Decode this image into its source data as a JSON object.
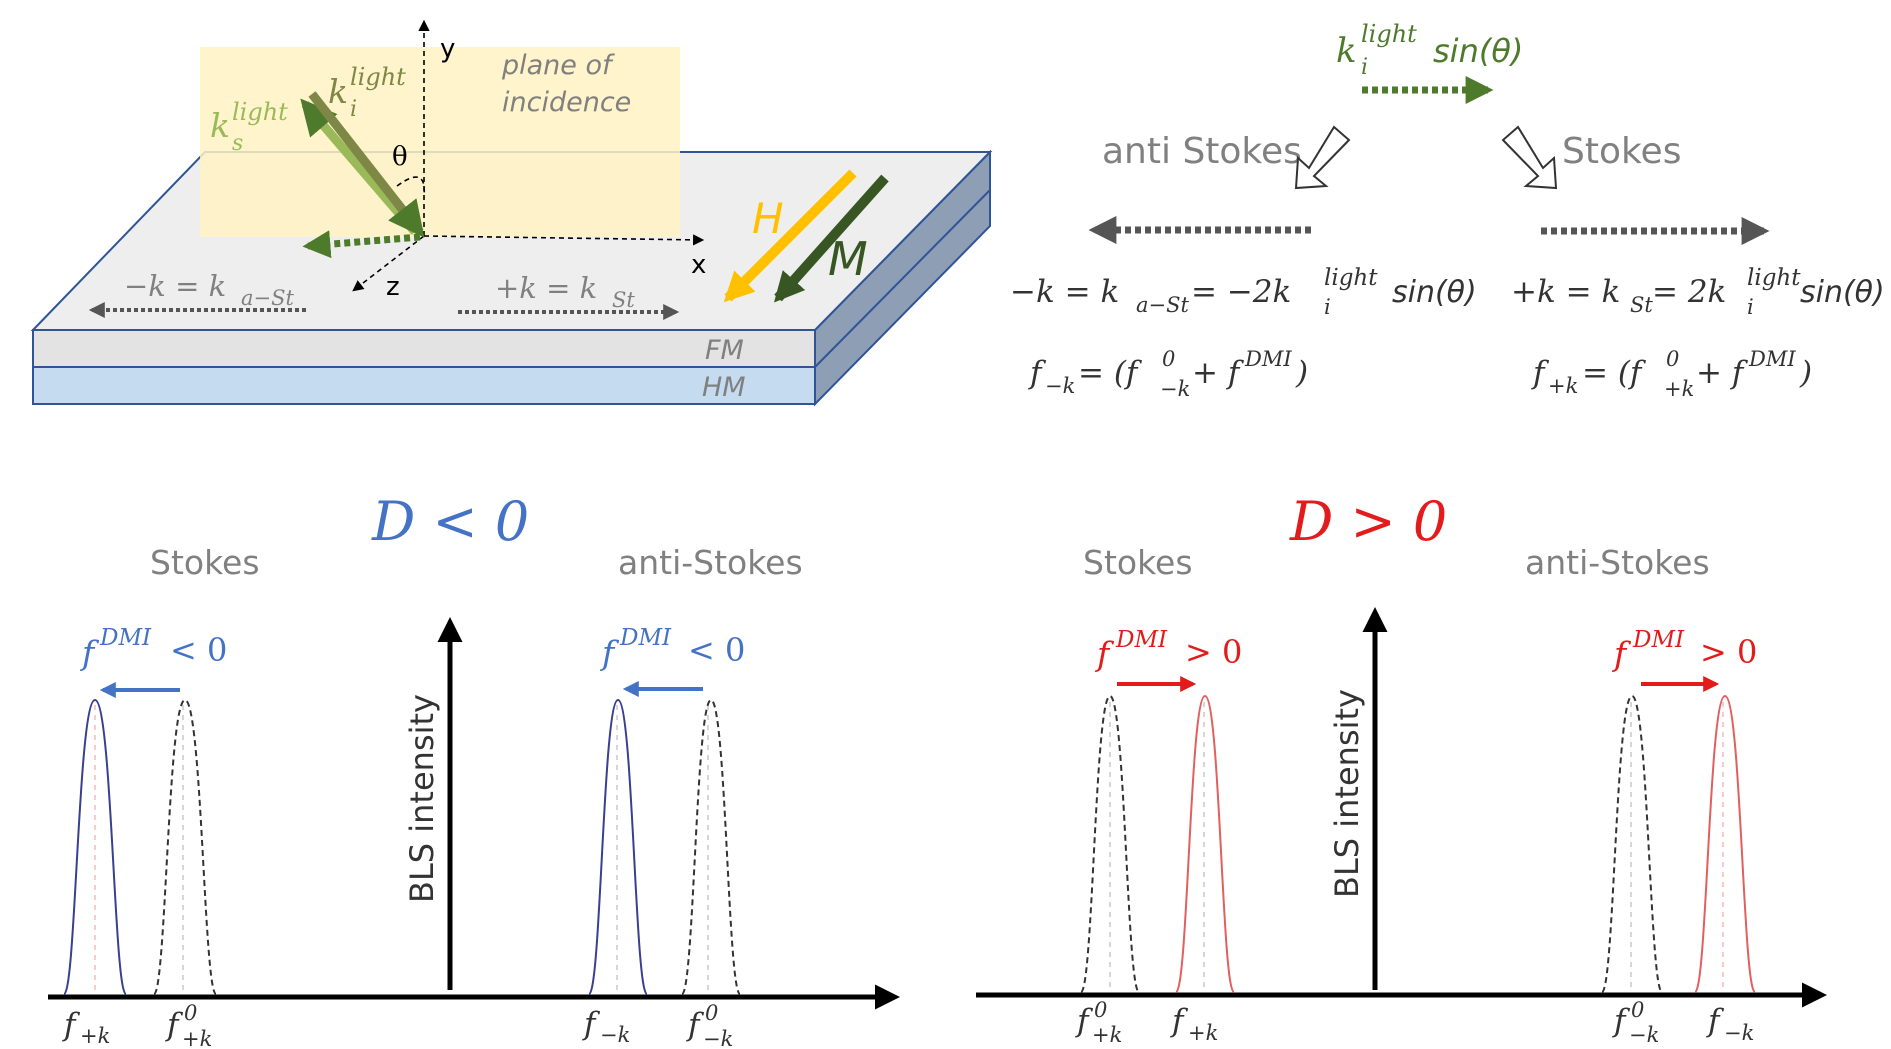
{
  "colors": {
    "gray": "#808080",
    "green": "#4e7a2c",
    "dark_green": "#375623",
    "olive": "#7f8747",
    "light_green": "#9aba59",
    "orange": "#ffc000",
    "blue": "#4472c4",
    "navy": "#3a3f8f",
    "red": "#e41b1b",
    "fm": "#e7e7e7",
    "hm": "#c5dcf0",
    "plane": "#fff2c2"
  },
  "setup": {
    "axis_y": "y",
    "axis_x": "x",
    "axis_z": "z",
    "theta": "θ",
    "plane": [
      "plane of",
      "incidence"
    ],
    "ki": "k",
    "ki_sup": "light",
    "ki_sub": "i",
    "ks": "k",
    "ks_sup": "light",
    "ks_sub": "s",
    "H": "H",
    "M": "M",
    "FM": "FM",
    "HM": "HM",
    "minus_k": "−k = k",
    "minus_k_sub": "a−St",
    "plus_k": "+k = k",
    "plus_k_sub": "St"
  },
  "equations": {
    "top_k": "k",
    "top_sup": "light",
    "top_sub": "i",
    "top_sin": "sin(θ)",
    "anti_stokes": "anti Stokes",
    "stokes": "Stokes",
    "left_k": "−k = k",
    "left_k_sub": "a−St",
    "left_rhs": "= −2k",
    "right_k": "+k = k",
    "right_k_sub": "St",
    "right_rhs": "= 2k",
    "sup": "light",
    "sub": "i",
    "sin": "sin(θ)",
    "left_f": "f",
    "left_f_sub": "−k",
    "left_f_eq": " = (f",
    "left_f0_sup": "0",
    "left_f0_sub": "−k",
    "right_f": "f",
    "right_f_sub": "+k",
    "right_f_eq": " = (f",
    "right_f0_sup": "0",
    "right_f0_sub": "+k",
    "plus_f": "+ f",
    "dmi": "DMI",
    "close": ")"
  },
  "panel_left": {
    "title": "D < 0",
    "stokes": "Stokes",
    "anti_stokes": "anti-Stokes",
    "axis_label": "BLS intensity",
    "fdmi_a": "f",
    "fdmi_sup": "DMI",
    "fdmi_rel": "< 0",
    "lbl1": "f",
    "lbl1_sub": "+k",
    "lbl2": "f",
    "lbl2_sup": "0",
    "lbl2_sub": "+k",
    "lbl3": "f",
    "lbl3_sub": "−k",
    "lbl4": "f",
    "lbl4_sup": "0",
    "lbl4_sub": "−k"
  },
  "panel_right": {
    "title": "D > 0",
    "stokes": "Stokes",
    "anti_stokes": "anti-Stokes",
    "axis_label": "BLS intensity",
    "fdmi_a": "f",
    "fdmi_sup": "DMI",
    "fdmi_rel": "> 0",
    "lbl1": "f",
    "lbl1_sup": "0",
    "lbl1_sub": "+k",
    "lbl2": "f",
    "lbl2_sub": "+k",
    "lbl3": "f",
    "lbl3_sup": "0",
    "lbl3_sub": "−k",
    "lbl4": "f",
    "lbl4_sub": "−k"
  }
}
